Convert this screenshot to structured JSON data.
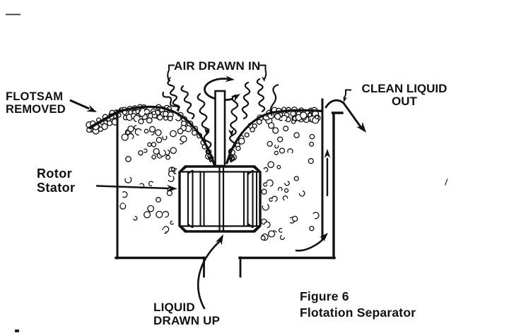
{
  "diagram": {
    "labels": {
      "flotsam": "FLOTSAM\nREMOVED",
      "air": "AIR DRAWN IN",
      "clean": "CLEAN LIQUID\nOUT",
      "rotor_stator": "Rotor\nStator",
      "liquid": "LIQUID\nDRAWN UP"
    },
    "caption": "Figure 6\nFlotation Separator",
    "colors": {
      "ink": "#111111",
      "background": "#ffffff"
    }
  }
}
